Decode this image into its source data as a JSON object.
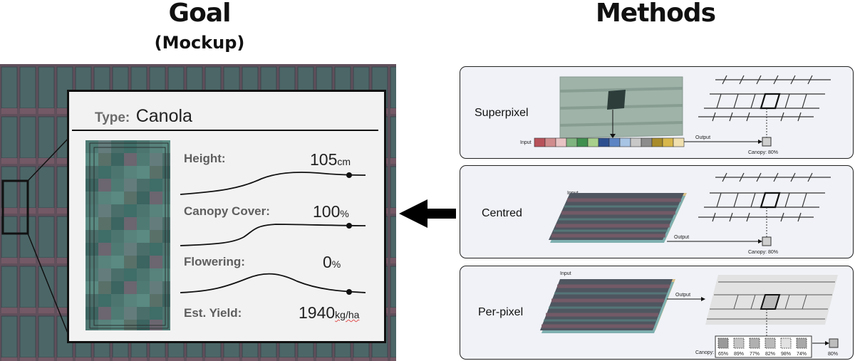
{
  "headings": {
    "goal": "Goal",
    "goal_sub": "(Mockup)",
    "methods": "Methods"
  },
  "card": {
    "type_label": "Type:",
    "type_value": "Canola",
    "metrics": [
      {
        "label": "Height:",
        "value": "105",
        "unit": "cm"
      },
      {
        "label": "Canopy Cover:",
        "value": "100",
        "unit": "%"
      },
      {
        "label": "Flowering:",
        "value": "0",
        "unit": "%"
      },
      {
        "label": "Est. Yield:",
        "value": "1940",
        "unit": "kg/ha"
      }
    ]
  },
  "methods": {
    "superpixel": {
      "label": "Superpixel",
      "input_label": "Input",
      "output_label": "Output",
      "canopy_label": "Canopy: 80%",
      "input_colors": [
        "#b8525a",
        "#d08c8c",
        "#e8c4c4",
        "#7fb37f",
        "#3f8f4f",
        "#a8d08c",
        "#2d4f8f",
        "#5b84c4",
        "#a8c4e4",
        "#c8c8c8",
        "#8c8c8c",
        "#a88c2c",
        "#d8b84c",
        "#f0e0b0"
      ]
    },
    "centred": {
      "label": "Centred",
      "input_label": "Input",
      "output_label": "Output",
      "canopy_label": "Canopy: 80%"
    },
    "perpixel": {
      "label": "Per-pixel",
      "input_label": "Input",
      "output_label": "Output",
      "canopy_label": "Canopy:",
      "pixel_values": [
        "65%",
        "89%",
        "77%",
        "82%",
        "98%",
        "74%"
      ],
      "result": "80%"
    }
  }
}
